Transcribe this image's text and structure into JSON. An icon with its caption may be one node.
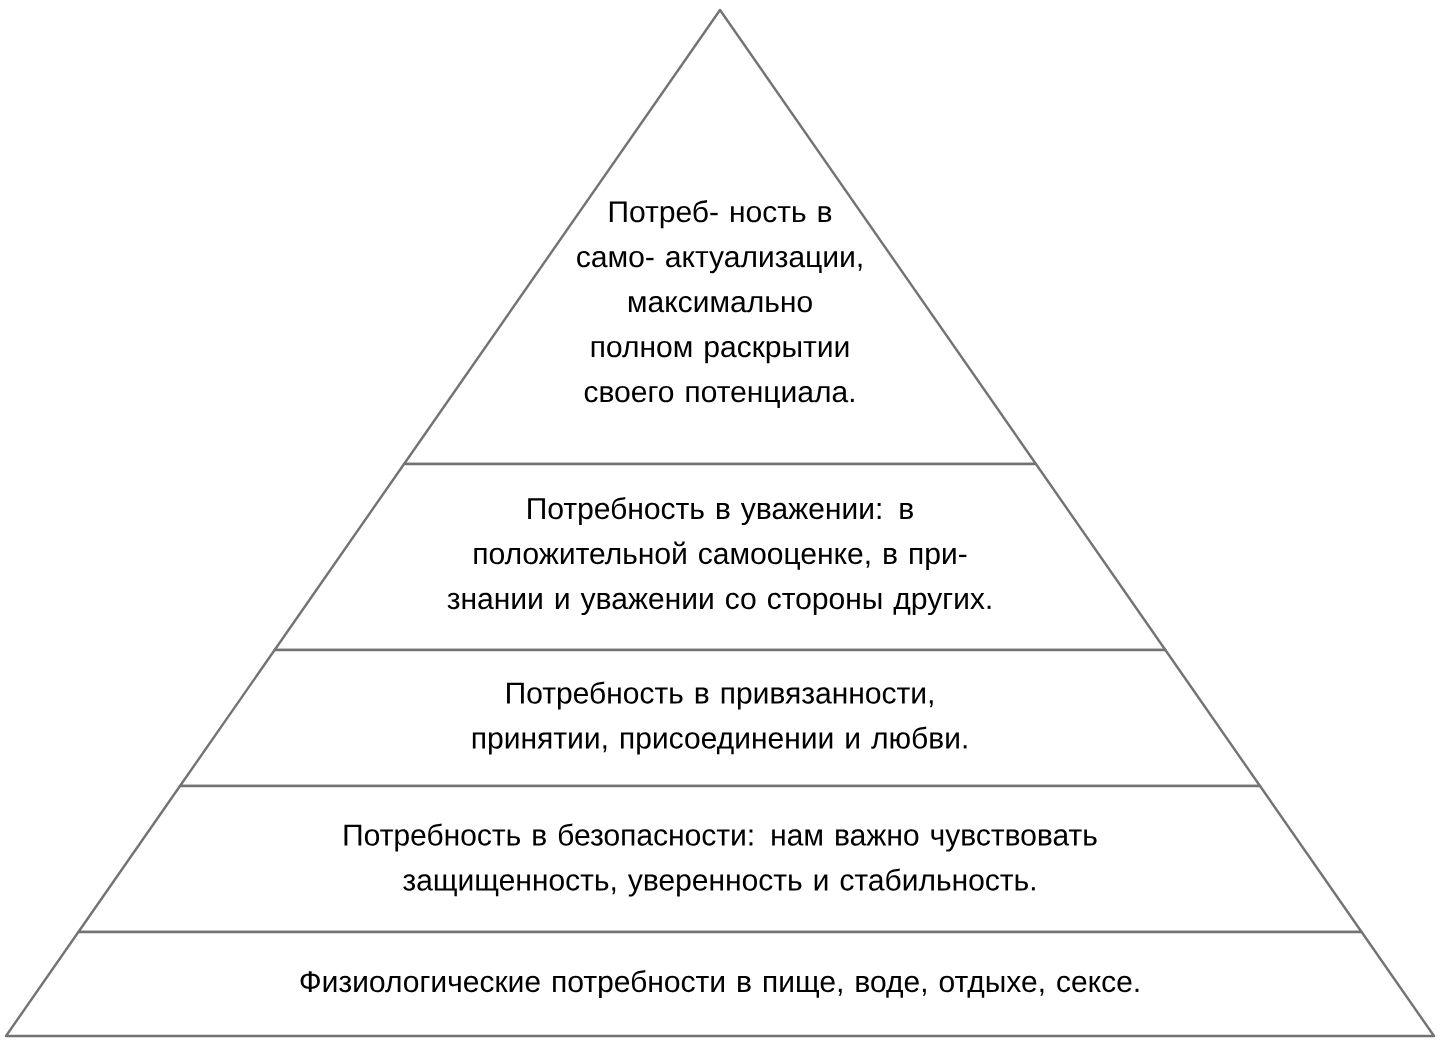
{
  "diagram": {
    "nodes": [
      {
        "text": [
          "Потреб- ность в само- актуализации, максимально полном раскрытии своего потенциала."
        ]
      },
      {
        "text": [
          "Потребность в уважении: в положительной самооценке, в при- знании и уважении со стороны других."
        ]
      },
      {
        "text": [
          "Потребность в привязанности, принятии, присоединении и любви."
        ]
      },
      {
        "text": [
          "Потребность в безопасности: нам важно чувствовать защищенность, уверенность и стабильность."
        ]
      },
      {
        "text": [
          "Физиологические потребности в пище, воде, отдыхе, сексе."
        ]
      }
    ]
  }
}
